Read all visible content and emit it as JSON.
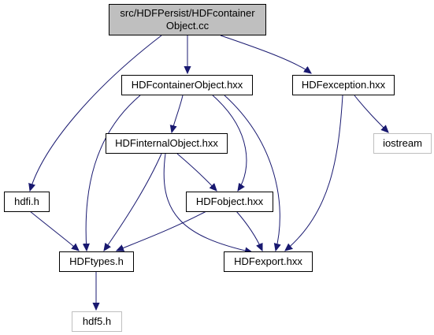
{
  "nodes": {
    "root": {
      "line1": "src/HDFPersist/HDFcontainer",
      "line2": "Object.cc"
    },
    "container_hxx": "HDFcontainerObject.hxx",
    "exception_hxx": "HDFexception.hxx",
    "internal_hxx": "HDFinternalObject.hxx",
    "iostream": "iostream",
    "hdfi_h": "hdfi.h",
    "object_hxx": "HDFobject.hxx",
    "types_h": "HDFtypes.h",
    "export_hxx": "HDFexport.hxx",
    "hdf5_h": "hdf5.h"
  },
  "colors": {
    "edge": "#191970",
    "root_fill": "#bfbfbf",
    "external_border": "#bfbfbf",
    "node_border": "#000000"
  }
}
